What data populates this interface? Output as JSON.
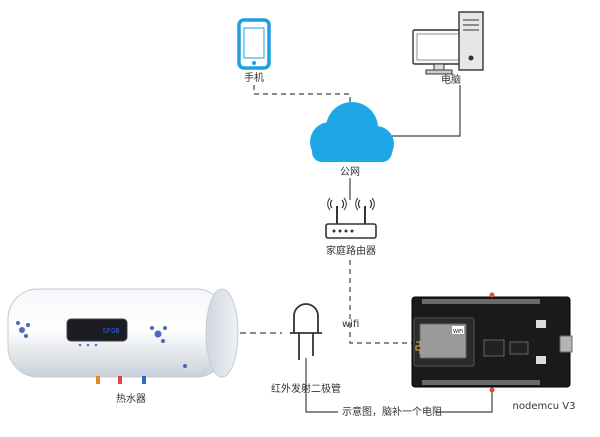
{
  "nodes": {
    "phone": "手机",
    "pc": "电脑",
    "cloud": "公网",
    "router": "家庭路由器",
    "heater": "热水器",
    "ir_led": "红外发射二极管",
    "nodemcu": "nodemcu V3"
  },
  "edges": {
    "wifi_label": "wifi",
    "resistor_note": "示意图，脑补一个电阻"
  },
  "heater_display": "SFOB",
  "wifi_chip_label": "WiFi",
  "colors": {
    "phone_blue": "#1f9fe0",
    "cloud_blue": "#1ea7e6",
    "line": "#333333",
    "board_black": "#1a1a1a",
    "ir_marker": "#e64a3c",
    "heater_body": "#e9edf2"
  }
}
